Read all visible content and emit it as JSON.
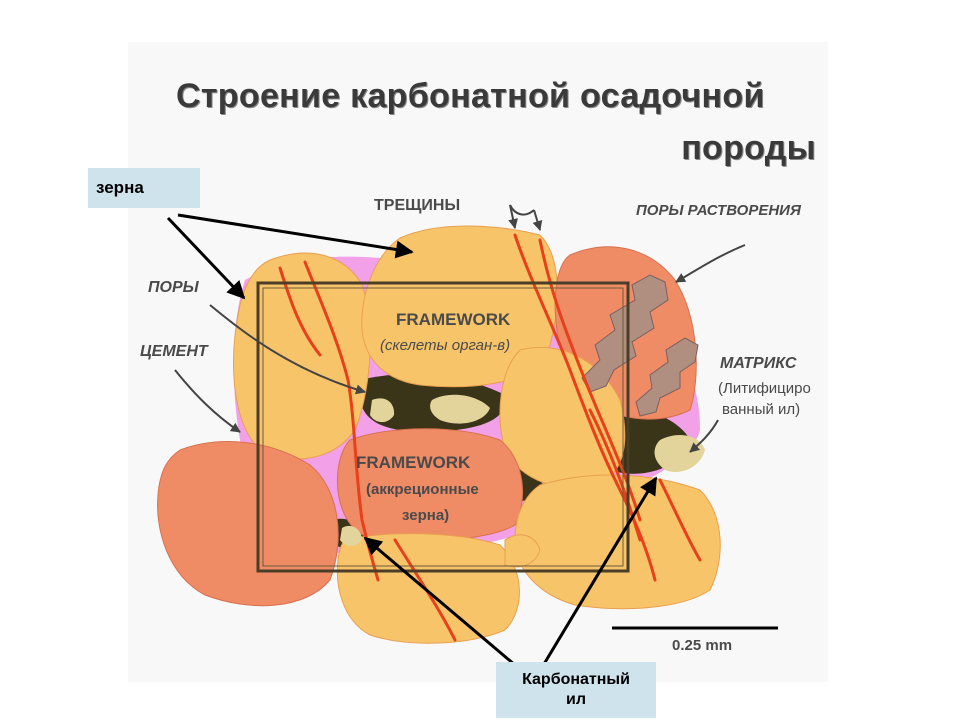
{
  "title": {
    "line1": "Строение карбонатной осадочной",
    "line2": "породы"
  },
  "labels": {
    "grains": "зерна",
    "cracks": "ТРЕЩИНЫ",
    "dissolution_pores": "ПОРЫ РАСТВОРЕНИЯ",
    "pores": "ПОРЫ",
    "cement": "ЦЕМЕНТ",
    "matrix": "МАТРИКС",
    "matrix_sub1": "(Литифициро",
    "matrix_sub2": "ванный ил)",
    "framework1": "FRAMEWORK",
    "framework1_sub": "(скелеты орган-в)",
    "framework2": "FRAMEWORK",
    "framework2_sub1": "(аккреционные",
    "framework2_sub2": "зерна)",
    "scale": "0.25 mm",
    "carbonate_mud_line1": "Карбонатный",
    "carbonate_mud_line2": "ил"
  },
  "colors": {
    "grain_light": "#f8c46a",
    "grain_salmon": "#ef8c66",
    "cement_pink": "#f2a0e8",
    "matrix_dark": "#3a3418",
    "pore_tan": "#e2d49a",
    "crack_red": "#e8401a",
    "box_blue": "#cfe3ec"
  }
}
